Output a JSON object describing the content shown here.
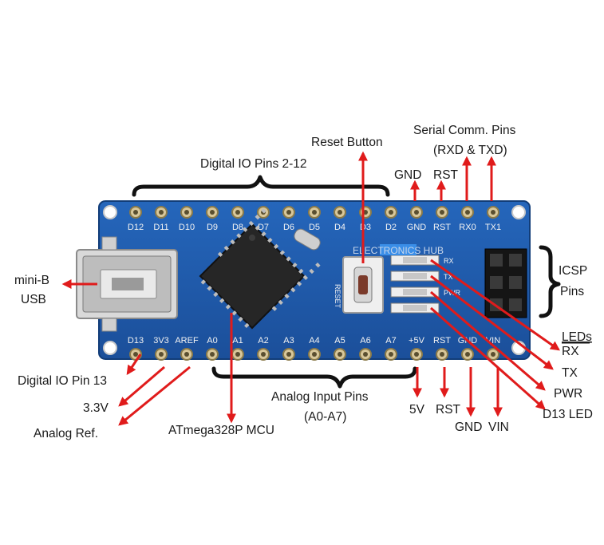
{
  "labels": {
    "reset_button": "Reset Button",
    "serial_pins_line1": "Serial Comm. Pins",
    "serial_pins_line2": "(RXD & TXD)",
    "digital_io": "Digital IO Pins 2-12",
    "top_gnd": "GND",
    "top_rst": "RST",
    "mini_b_line1": "mini-B",
    "mini_b_line2": "USB",
    "icsp_line1": "ICSP",
    "icsp_line2": "Pins",
    "leds_title": "LEDs",
    "led_rx": "RX",
    "led_tx": "TX",
    "led_pwr": "PWR",
    "led_d13": "D13 LED",
    "digital_io_13": "Digital IO Pin 13",
    "v33": "3.3V",
    "analog_ref": "Analog Ref.",
    "mcu": "ATmega328P MCU",
    "analog_pins_line1": "Analog Input Pins",
    "analog_pins_line2": "(A0-A7)",
    "bottom_5v": "5V",
    "bottom_rst": "RST",
    "bottom_gnd": "GND",
    "bottom_vin": "VIN"
  },
  "board": {
    "top_pins": [
      "D12",
      "D11",
      "D10",
      "D9",
      "D8",
      "D7",
      "D6",
      "D5",
      "D4",
      "D3",
      "D2",
      "GND",
      "RST",
      "RX0",
      "TX1"
    ],
    "bottom_pins": [
      "D13",
      "3V3",
      "AREF",
      "A0",
      "A1",
      "A2",
      "A3",
      "A4",
      "A5",
      "A6",
      "A7",
      "+5V",
      "RST",
      "GND",
      "VIN"
    ],
    "reset_silk": "RESET",
    "led_silk": [
      "RX",
      "TX",
      "PWR"
    ],
    "watermark": "ELECTRONICS HUB"
  },
  "colors": {
    "arrow": "#e01b1b",
    "board": "#1f5fb0",
    "board_dark": "#17468a",
    "chip": "#2a2a2a"
  }
}
